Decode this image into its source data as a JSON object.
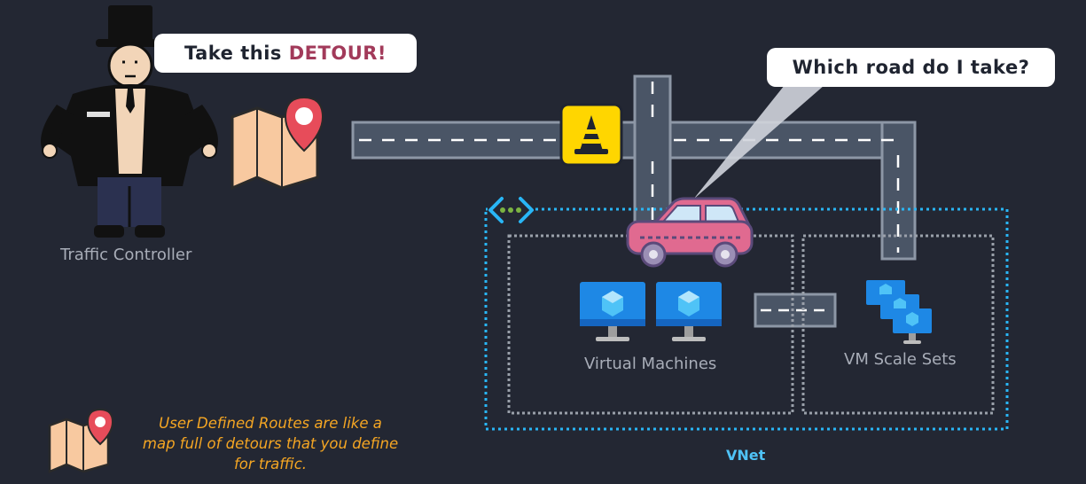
{
  "controller": {
    "speech_prefix": "Take this ",
    "speech_highlight": "DETOUR!",
    "label": "Traffic Controller"
  },
  "car": {
    "speech": "Which road do I take?"
  },
  "vnet": {
    "label": "VNet",
    "subnets": [
      {
        "label": "Virtual Machines"
      },
      {
        "label": "VM Scale Sets"
      }
    ]
  },
  "note": {
    "text": "User Defined Routes are like a map full of detours that you define for traffic."
  },
  "colors": {
    "background": "#232733",
    "road": "#4a5566",
    "road_edge": "#8d97a6",
    "vnet_border": "#29b6f6",
    "subnet_border": "#9aa0aa",
    "highlight": "#a23a5a",
    "note_text": "#f5a623",
    "car": "#e06a90",
    "cone_sign": "#ffd600"
  }
}
